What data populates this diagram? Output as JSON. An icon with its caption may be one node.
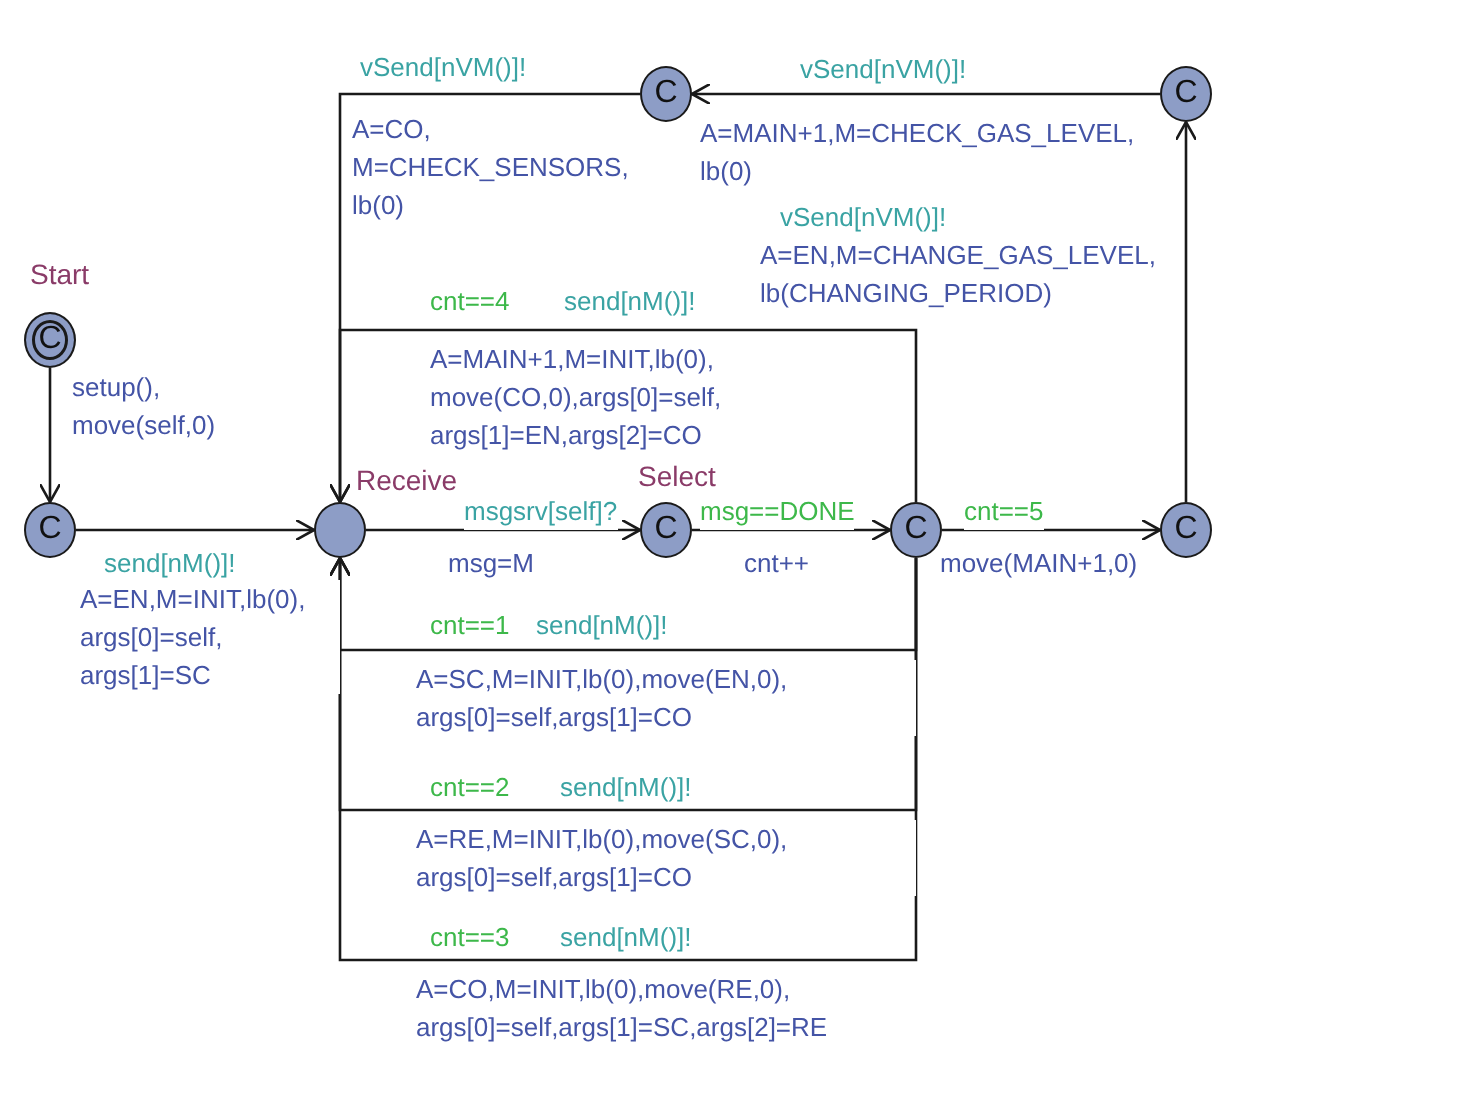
{
  "diagram": {
    "nodes": [
      {
        "text": [
          "C"
        ],
        "beside": [
          "Start"
        ]
      },
      {
        "text": [
          "C"
        ]
      },
      {
        "text": [],
        "shape": "circle",
        "beside": [
          "Receive"
        ]
      },
      {
        "text": [
          "C"
        ],
        "beside": [
          "Select"
        ]
      },
      {
        "text": [
          "C"
        ]
      },
      {
        "text": [
          "C"
        ]
      },
      {
        "text": [
          "C"
        ]
      },
      {
        "text": [
          "C"
        ]
      }
    ],
    "edges": [
      {
        "from": 0,
        "to": 1,
        "arrow": "to",
        "label": "setup(), move(self,0)"
      },
      {
        "from": 1,
        "to": 2,
        "arrow": "to",
        "label": "A=EN,M=INIT,lb(0), args[0]=self, args[1]=SC"
      },
      {
        "from": 2,
        "to": 3,
        "arrow": "to",
        "label": "msg=M"
      },
      {
        "from": 3,
        "to": 4,
        "arrow": "to",
        "label": "cnt++"
      },
      {
        "from": 4,
        "to": 5,
        "arrow": "to",
        "label": "move(MAIN+1,0)"
      },
      {
        "from": 5,
        "to": 6,
        "arrow": "to",
        "label": "A=EN,M=CHANGE_GAS_LEVEL, lb(CHANGING_PERIOD)"
      },
      {
        "from": 6,
        "to": 7,
        "arrow": "to",
        "label": "A=MAIN+1,M=CHECK_GAS_LEVEL, lb(0)"
      },
      {
        "from": 7,
        "to": 2,
        "arrow": "to",
        "label": "A=CO, M=CHECK_SENSORS, lb(0)"
      },
      {
        "from": 4,
        "to": 2,
        "arrow": "to",
        "label": "A=MAIN+1,M=INIT,lb(0), move(CO,0),args[0]=self, args[1]=EN,args[2]=CO"
      },
      {
        "from": 4,
        "to": 2,
        "arrow": "to",
        "label": "A=SC,M=INIT,lb(0),move(EN,0), args[0]=self,args[1]=CO"
      },
      {
        "from": 4,
        "to": 2,
        "arrow": "to",
        "label": "A=RE,M=INIT,lb(0),move(SC,0), args[0]=self,args[1]=CO"
      },
      {
        "from": 4,
        "to": 2,
        "arrow": "to",
        "label": "A=CO,M=INIT,lb(0),move(RE,0), args[0]=self,args[1]=SC,args[2]=RE"
      }
    ],
    "labels": [
      "vSend[nVM()]!",
      "vSend[nVM()]!",
      "vSend[nVM()]!",
      "cnt==4",
      "send[nM()]!",
      "msgsrv[self]?",
      "msg==DONE",
      "cnt==5",
      "send[nM()]!",
      "cnt==1",
      "send[nM()]!",
      "cnt==2",
      "send[nM()]!",
      "cnt==3",
      "send[nM()]!"
    ]
  }
}
